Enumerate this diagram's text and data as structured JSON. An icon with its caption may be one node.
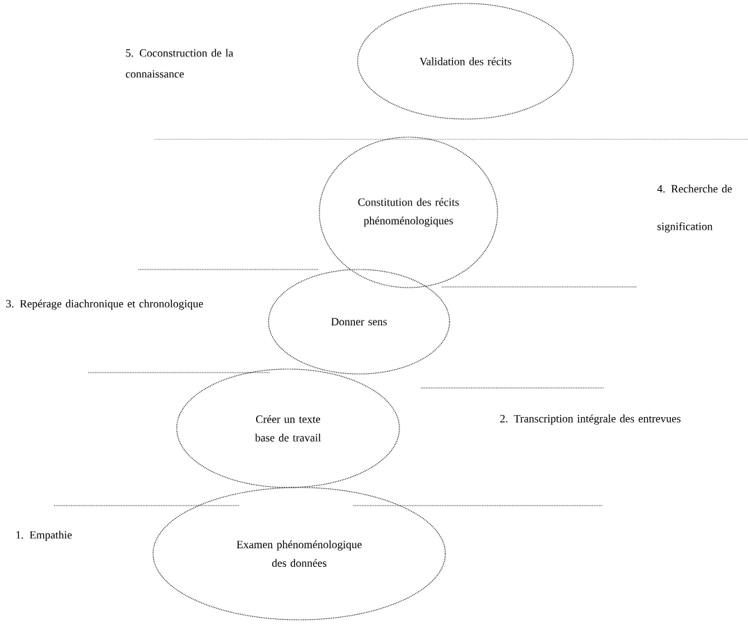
{
  "diagram": {
    "nodes": [
      {
        "text": [
          "Validation des récits"
        ]
      },
      {
        "text": [
          "Constitution des récits phénoménologiques"
        ]
      },
      {
        "text": [
          "Donner sens"
        ]
      },
      {
        "text": [
          "Créer un texte base de travail"
        ]
      },
      {
        "text": [
          "Examen phénoménologique des données"
        ]
      }
    ],
    "labels": [
      "5. Coconstruction de la connaissance",
      "4. Recherche de signification",
      "3. Repérage diachronique et chronologique",
      "2. Transcription intégrale des entrevues",
      "1. Empathie"
    ]
  }
}
